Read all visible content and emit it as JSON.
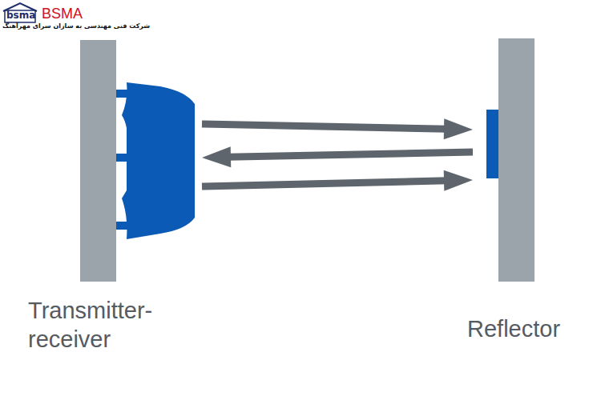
{
  "diagram": {
    "nodes": [
      {
        "text": [
          "Transmitter- receiver"
        ]
      },
      {
        "text": [
          "Reflector"
        ]
      }
    ],
    "edges": [
      {
        "from": 0,
        "to": 1,
        "arrow": "to"
      },
      {
        "from": 1,
        "to": 0,
        "arrow": "to"
      },
      {
        "from": 0,
        "to": 1,
        "arrow": "to"
      }
    ],
    "labels": [
      "bsma",
      "BSMA",
      "شرکت فنی مهندسی به سازان سرای مهرآهنگ"
    ]
  }
}
